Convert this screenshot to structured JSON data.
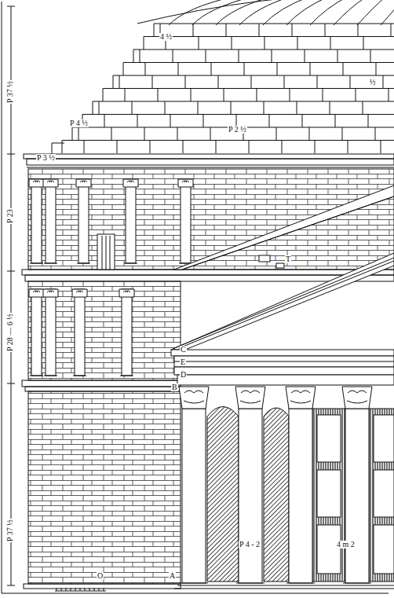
{
  "diagram": {
    "labels": [
      "P 37 ½",
      "4 ½",
      "½",
      "P 4 ½",
      "P 2 ½",
      "P 3 ½",
      "P 23",
      "P 28 — 6 ½",
      "T",
      "E",
      "D",
      "C",
      "B",
      "P 37 ½",
      "O",
      "A",
      "P 4 - 2",
      "4 m 2"
    ]
  }
}
